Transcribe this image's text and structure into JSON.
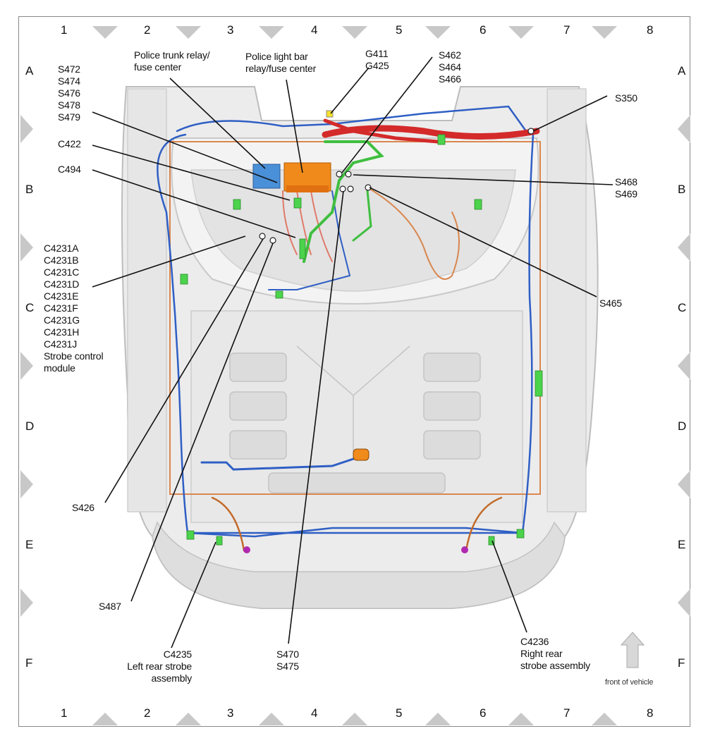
{
  "grid": {
    "columns": [
      "1",
      "2",
      "3",
      "4",
      "5",
      "6",
      "7",
      "8"
    ],
    "rows": [
      "A",
      "B",
      "C",
      "D",
      "E",
      "F"
    ]
  },
  "labels": {
    "trunk_relay": "Police trunk relay/\nfuse center",
    "lightbar_relay": "Police light bar\nrelay/fuse center",
    "ground": "G411\nG425",
    "splices_top": "S462\nS464\nS466",
    "splices_left": "S472\nS474\nS476\nS478\nS479",
    "c422": "C422",
    "c494": "C494",
    "strobe_module": "C4231A\nC4231B\nC4231C\nC4231D\nC4231E\nC4231F\nC4231G\nC4231H\nC4231J\nStrobe control\nmodule",
    "s350": "S350",
    "s468": "S468\nS469",
    "s465": "S465",
    "s426": "S426",
    "s487": "S487",
    "s470": "S470\nS475",
    "c4235": "C4235\nLeft rear strobe\nassembly",
    "c4236": "C4236\nRight rear\nstrobe assembly",
    "front": "front of vehicle"
  },
  "colors": {
    "wire_blue": "#2f5fc4",
    "wire_red": "#d42a2a",
    "wire_green": "#3fbf3f",
    "wire_orange": "#d9874f",
    "relay_orange": "#f08a1a",
    "relay_blue": "#4a90d9",
    "body_gray": "#c8c8c8"
  }
}
